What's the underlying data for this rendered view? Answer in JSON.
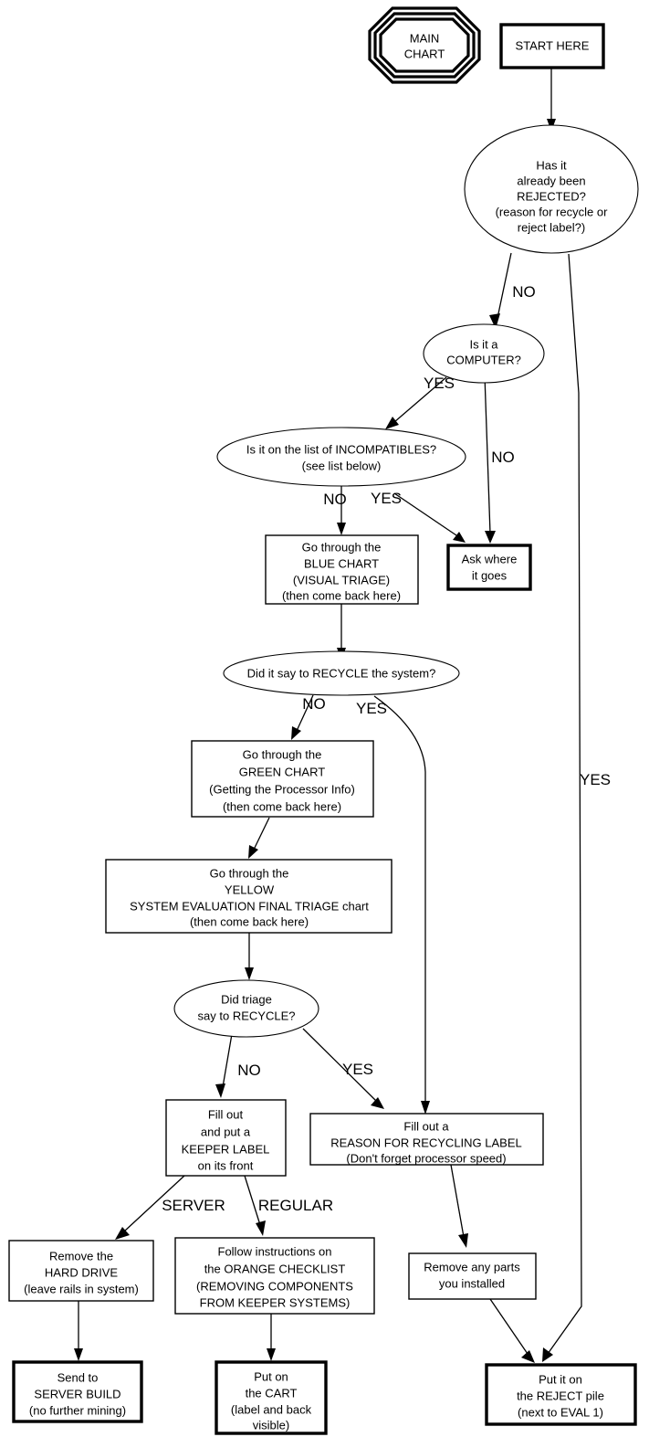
{
  "chart_data": {
    "type": "diagram",
    "title": "MAIN CHART",
    "subtype": "flowchart",
    "nodes": [
      {
        "id": "main_chart",
        "shape": "octagon",
        "lines": [
          "MAIN",
          "CHART"
        ]
      },
      {
        "id": "start_here",
        "shape": "box-bold",
        "lines": [
          "START HERE"
        ]
      },
      {
        "id": "already_rejected",
        "shape": "ellipse",
        "lines": [
          "Has it",
          "already been",
          "REJECTED?",
          "(reason for recycle or",
          "reject label?)"
        ]
      },
      {
        "id": "is_computer",
        "shape": "ellipse",
        "lines": [
          "Is it a",
          "COMPUTER?"
        ]
      },
      {
        "id": "incompatibles",
        "shape": "ellipse",
        "lines": [
          "Is it on the list of  INCOMPATIBLES?",
          "(see list below)"
        ]
      },
      {
        "id": "blue_chart",
        "shape": "box",
        "lines": [
          "Go through the",
          "BLUE CHART",
          "(VISUAL TRIAGE)",
          "(then come back here)"
        ]
      },
      {
        "id": "ask_where",
        "shape": "box-bold",
        "lines": [
          "Ask where",
          "it goes"
        ]
      },
      {
        "id": "say_recycle",
        "shape": "ellipse",
        "lines": [
          "Did it say to RECYCLE the system?"
        ]
      },
      {
        "id": "green_chart",
        "shape": "box",
        "lines": [
          "Go through the",
          "GREEN CHART",
          "(Getting the Processor Info)",
          "(then come back here)"
        ]
      },
      {
        "id": "yellow_chart",
        "shape": "box",
        "lines": [
          "Go through the",
          "YELLOW",
          "SYSTEM EVALUATION FINAL TRIAGE chart",
          "(then come back here)"
        ]
      },
      {
        "id": "triage_recycle",
        "shape": "ellipse",
        "lines": [
          "Did triage",
          "say to RECYCLE?"
        ]
      },
      {
        "id": "keeper_label",
        "shape": "box",
        "lines": [
          "Fill out",
          "and put a",
          "KEEPER LABEL",
          "on its front"
        ]
      },
      {
        "id": "recycling_label",
        "shape": "box",
        "lines": [
          "Fill out a",
          "REASON FOR RECYCLING LABEL",
          "(Don't forget processor speed)"
        ]
      },
      {
        "id": "remove_hdd",
        "shape": "box",
        "lines": [
          "Remove the",
          "HARD DRIVE",
          "(leave rails in system)"
        ]
      },
      {
        "id": "orange_checklist",
        "shape": "box",
        "lines": [
          "Follow instructions on",
          "the ORANGE CHECKLIST",
          "(REMOVING COMPONENTS",
          "FROM KEEPER SYSTEMS)"
        ]
      },
      {
        "id": "remove_parts",
        "shape": "box",
        "lines": [
          "Remove any parts",
          "you installed"
        ]
      },
      {
        "id": "server_build",
        "shape": "box-bold",
        "lines": [
          "Send to",
          "SERVER BUILD",
          "(no further mining)"
        ]
      },
      {
        "id": "put_cart",
        "shape": "box-bold",
        "lines": [
          "Put on",
          "the CART",
          "(label and back",
          "visible)"
        ]
      },
      {
        "id": "reject_pile",
        "shape": "box-bold",
        "lines": [
          "Put it on",
          "the REJECT pile",
          "(next to EVAL 1)"
        ]
      }
    ],
    "edges": [
      {
        "from": "start_here",
        "to": "already_rejected",
        "label": ""
      },
      {
        "from": "already_rejected",
        "to": "is_computer",
        "label": "NO"
      },
      {
        "from": "already_rejected",
        "to": "reject_pile",
        "label": "YES"
      },
      {
        "from": "is_computer",
        "to": "incompatibles",
        "label": "YES"
      },
      {
        "from": "is_computer",
        "to": "ask_where",
        "label": "NO"
      },
      {
        "from": "incompatibles",
        "to": "blue_chart",
        "label": "NO"
      },
      {
        "from": "incompatibles",
        "to": "ask_where",
        "label": "YES"
      },
      {
        "from": "blue_chart",
        "to": "say_recycle",
        "label": ""
      },
      {
        "from": "say_recycle",
        "to": "green_chart",
        "label": "NO"
      },
      {
        "from": "say_recycle",
        "to": "recycling_label",
        "label": "YES"
      },
      {
        "from": "green_chart",
        "to": "yellow_chart",
        "label": ""
      },
      {
        "from": "yellow_chart",
        "to": "triage_recycle",
        "label": ""
      },
      {
        "from": "triage_recycle",
        "to": "keeper_label",
        "label": "NO"
      },
      {
        "from": "triage_recycle",
        "to": "recycling_label",
        "label": "YES"
      },
      {
        "from": "keeper_label",
        "to": "remove_hdd",
        "label": "SERVER"
      },
      {
        "from": "keeper_label",
        "to": "orange_checklist",
        "label": "REGULAR"
      },
      {
        "from": "recycling_label",
        "to": "remove_parts",
        "label": ""
      },
      {
        "from": "remove_hdd",
        "to": "server_build",
        "label": ""
      },
      {
        "from": "orange_checklist",
        "to": "put_cart",
        "label": ""
      },
      {
        "from": "remove_parts",
        "to": "reject_pile",
        "label": ""
      }
    ],
    "edge_labels": [
      "NO",
      "YES",
      "YES",
      "NO",
      "NO",
      "YES",
      "NO",
      "YES",
      "NO",
      "YES",
      "SERVER",
      "REGULAR"
    ],
    "colors": {
      "stroke": "#000000",
      "fill": "#ffffff",
      "text": "#000000"
    }
  },
  "nodes": {
    "main_chart": {
      "l1": "MAIN",
      "l2": "CHART"
    },
    "start_here": {
      "l1": "START HERE"
    },
    "already_rejected": {
      "l1": "Has it",
      "l2": "already been",
      "l3": "REJECTED?",
      "l4": "(reason for recycle or",
      "l5": "reject label?)"
    },
    "is_computer": {
      "l1": "Is it a",
      "l2": "COMPUTER?"
    },
    "incompatibles": {
      "l1": "Is it on the list of  INCOMPATIBLES?",
      "l2": "(see list below)"
    },
    "blue_chart": {
      "l1": "Go through the",
      "l2": "BLUE CHART",
      "l3": "(VISUAL TRIAGE)",
      "l4": "(then come back here)"
    },
    "ask_where": {
      "l1": "Ask where",
      "l2": "it goes"
    },
    "say_recycle": {
      "l1": "Did it say to RECYCLE the system?"
    },
    "green_chart": {
      "l1": "Go through the",
      "l2": "GREEN CHART",
      "l3": "(Getting the Processor Info)",
      "l4": "(then come back here)"
    },
    "yellow_chart": {
      "l1": "Go through the",
      "l2": "YELLOW",
      "l3": "SYSTEM EVALUATION FINAL TRIAGE chart",
      "l4": "(then come back here)"
    },
    "triage_recycle": {
      "l1": "Did triage",
      "l2": "say to RECYCLE?"
    },
    "keeper_label": {
      "l1": "Fill out",
      "l2": "and put a",
      "l3": "KEEPER LABEL",
      "l4": "on its front"
    },
    "recycling_label": {
      "l1": "Fill out a",
      "l2": "REASON FOR RECYCLING LABEL",
      "l3": "(Don't forget processor speed)"
    },
    "remove_hdd": {
      "l1": "Remove the",
      "l2": "HARD DRIVE",
      "l3": "(leave rails in system)"
    },
    "orange_checklist": {
      "l1": "Follow instructions on",
      "l2": "the ORANGE CHECKLIST",
      "l3": "(REMOVING COMPONENTS",
      "l4": "FROM KEEPER SYSTEMS)"
    },
    "remove_parts": {
      "l1": "Remove any parts",
      "l2": "you installed"
    },
    "server_build": {
      "l1": "Send to",
      "l2": "SERVER BUILD",
      "l3": "(no further mining)"
    },
    "put_cart": {
      "l1": "Put on",
      "l2": "the CART",
      "l3": "(label and back",
      "l4": "visible)"
    },
    "reject_pile": {
      "l1": "Put it on",
      "l2": "the REJECT pile",
      "l3": "(next to EVAL 1)"
    }
  },
  "labels": {
    "rejected_no": "NO",
    "rejected_yes": "YES",
    "computer_yes": "YES",
    "computer_no": "NO",
    "incompat_no": "NO",
    "incompat_yes": "YES",
    "recycle_no": "NO",
    "recycle_yes": "YES",
    "triage_no": "NO",
    "triage_yes": "YES",
    "keeper_server": "SERVER",
    "keeper_regular": "REGULAR"
  }
}
